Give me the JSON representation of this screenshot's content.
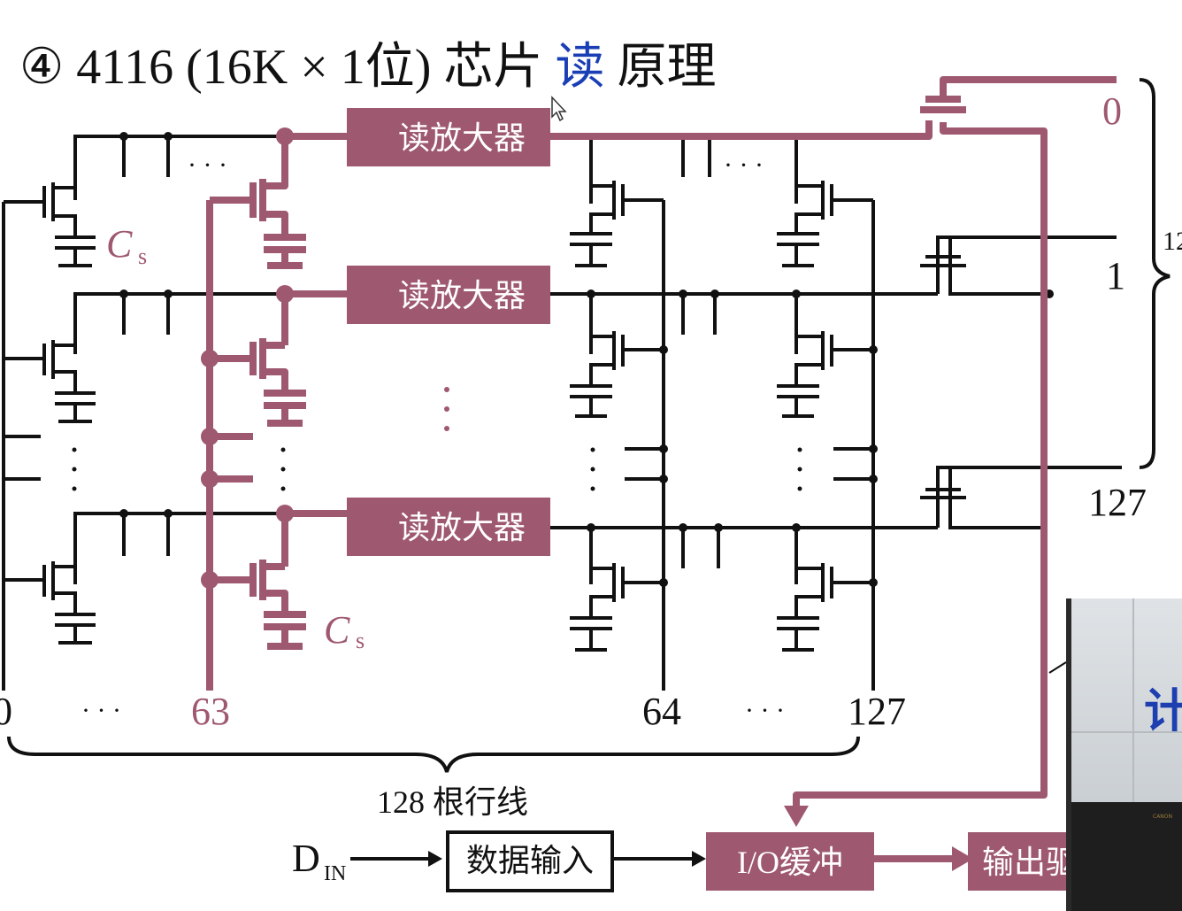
{
  "title": {
    "prefix": "④ 4116 (16K × 1位) 芯片",
    "highlight": "读",
    "suffix": "原理"
  },
  "diagram": {
    "sense_amplifiers": [
      "读放大器",
      "读放大器",
      "读放大器"
    ],
    "cell_capacitor_label": "C",
    "cell_capacitor_sub": "s",
    "column_labels": {
      "first": "0",
      "mid_left": "63",
      "mid_right": "64",
      "last": "127"
    },
    "ellipsis": "· · ·",
    "row_group_label": "128 根行线",
    "right_labels": {
      "top": "0",
      "one": "1",
      "last": "127",
      "group_partial": "12"
    },
    "din_label": "D",
    "din_sub": "IN",
    "data_input": "数据输入",
    "io_buffer": "I/O缓冲",
    "output_driver": "输出驱"
  },
  "camera": {
    "partial_word": "计",
    "brand_label": "CANON"
  },
  "colors": {
    "highlight_path": "#9e5870",
    "title_accent": "#1a3fb5",
    "wire": "#111111"
  }
}
